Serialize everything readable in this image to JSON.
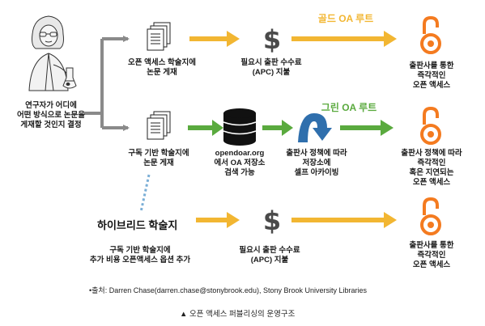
{
  "researcher_label": "연구자가 어디에\n어떤 방식으로 논문을\n게재할 것인지 결정",
  "gold": {
    "route_title": "골드 OA 루트",
    "journal_label": "오픈 액세스 학술지에\n논문 게재",
    "fee_label": "필요시 출판 수수료\n(APC) 지불",
    "result_label": "출판사를 통한\n즉각적인\n오픈 액세스"
  },
  "green": {
    "route_title": "그린 OA 루트",
    "journal_label": "구독 기반 학술지에\n논문 게재",
    "repository_label": "opendoar.org\n에서 OA 저장소\n검색 가능",
    "archive_label": "출판사 정책에 따라\n저장소에\n셀프 아카이빙",
    "result_label": "출판사 정책에 따라\n즉각적인\n혹은 지연되는\n오픈 액세스"
  },
  "hybrid": {
    "title": "하이브리드 학술지",
    "journal_label": "구독 기반 학술지에\n추가 비용 오픈액세스 옵션 추가",
    "fee_label": "필요시 출판 수수료\n(APC) 지불",
    "result_label": "출판사를 통한\n즉각적인\n오픈 액세스"
  },
  "source_note": "•출처: Darren Chase(darren.chase@stonybrook.edu), Stony Brook University Libraries",
  "caption": "▲ 오픈 액세스 퍼블리싱의 운영구조",
  "colors": {
    "gold": "#f2b632",
    "green": "#5aaa3e",
    "gray_arrow": "#8a8a8a",
    "oa_orange": "#f47b20",
    "dots": "#7aaed6",
    "dollar": "#4a4a4a",
    "blue_arc": "#2f6fad"
  },
  "icons": [
    "researcher-figure-icon",
    "document-stack-icon",
    "dollar-icon",
    "database-icon",
    "self-archive-arrow-icon",
    "open-access-icon"
  ]
}
